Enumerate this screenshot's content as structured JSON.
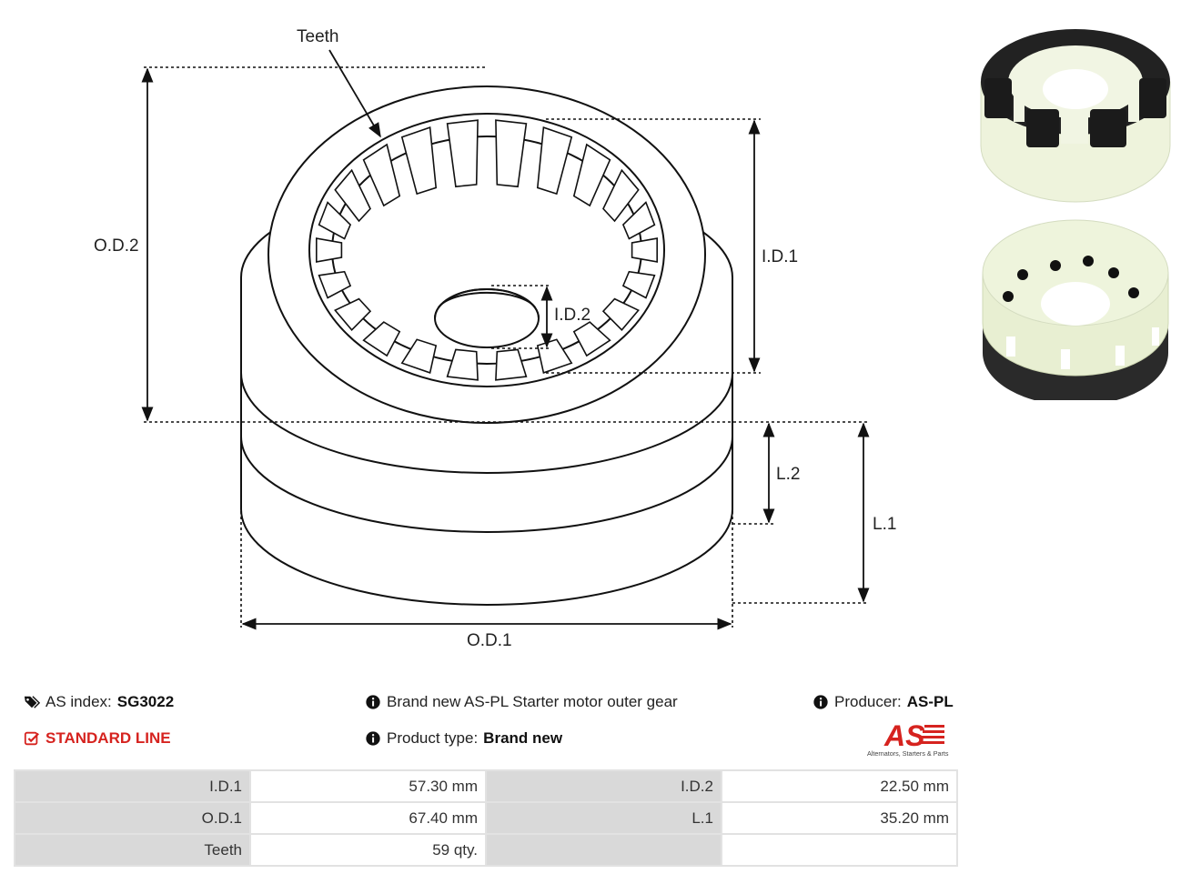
{
  "drawing": {
    "labels": {
      "teeth": "Teeth",
      "od2": "O.D.2",
      "id1": "I.D.1",
      "id2": "I.D.2",
      "l2": "L.2",
      "l1": "L.1",
      "od1": "O.D.1"
    }
  },
  "info": {
    "as_index_label": "AS index:",
    "as_index_value": "SG3022",
    "standard_line": "STANDARD LINE",
    "description": "Brand new AS-PL Starter motor outer gear",
    "product_type_label": "Product type:",
    "product_type_value": "Brand new",
    "producer_label": "Producer:",
    "producer_value": "AS-PL",
    "logo_text": "AS",
    "logo_tagline": "Alternators, Starters & Parts",
    "icons": {
      "index": "tags-icon",
      "standard": "check-square-icon",
      "info": "info-circle-icon"
    },
    "accent_color": "#d6231f"
  },
  "specs": [
    {
      "k1": "I.D.1",
      "v1": "57.30 mm",
      "k2": "I.D.2",
      "v2": "22.50 mm"
    },
    {
      "k1": "O.D.1",
      "v1": "67.40 mm",
      "k2": "L.1",
      "v2": "35.20 mm"
    },
    {
      "k1": "Teeth",
      "v1": "59 qty.",
      "k2": "",
      "v2": ""
    }
  ]
}
